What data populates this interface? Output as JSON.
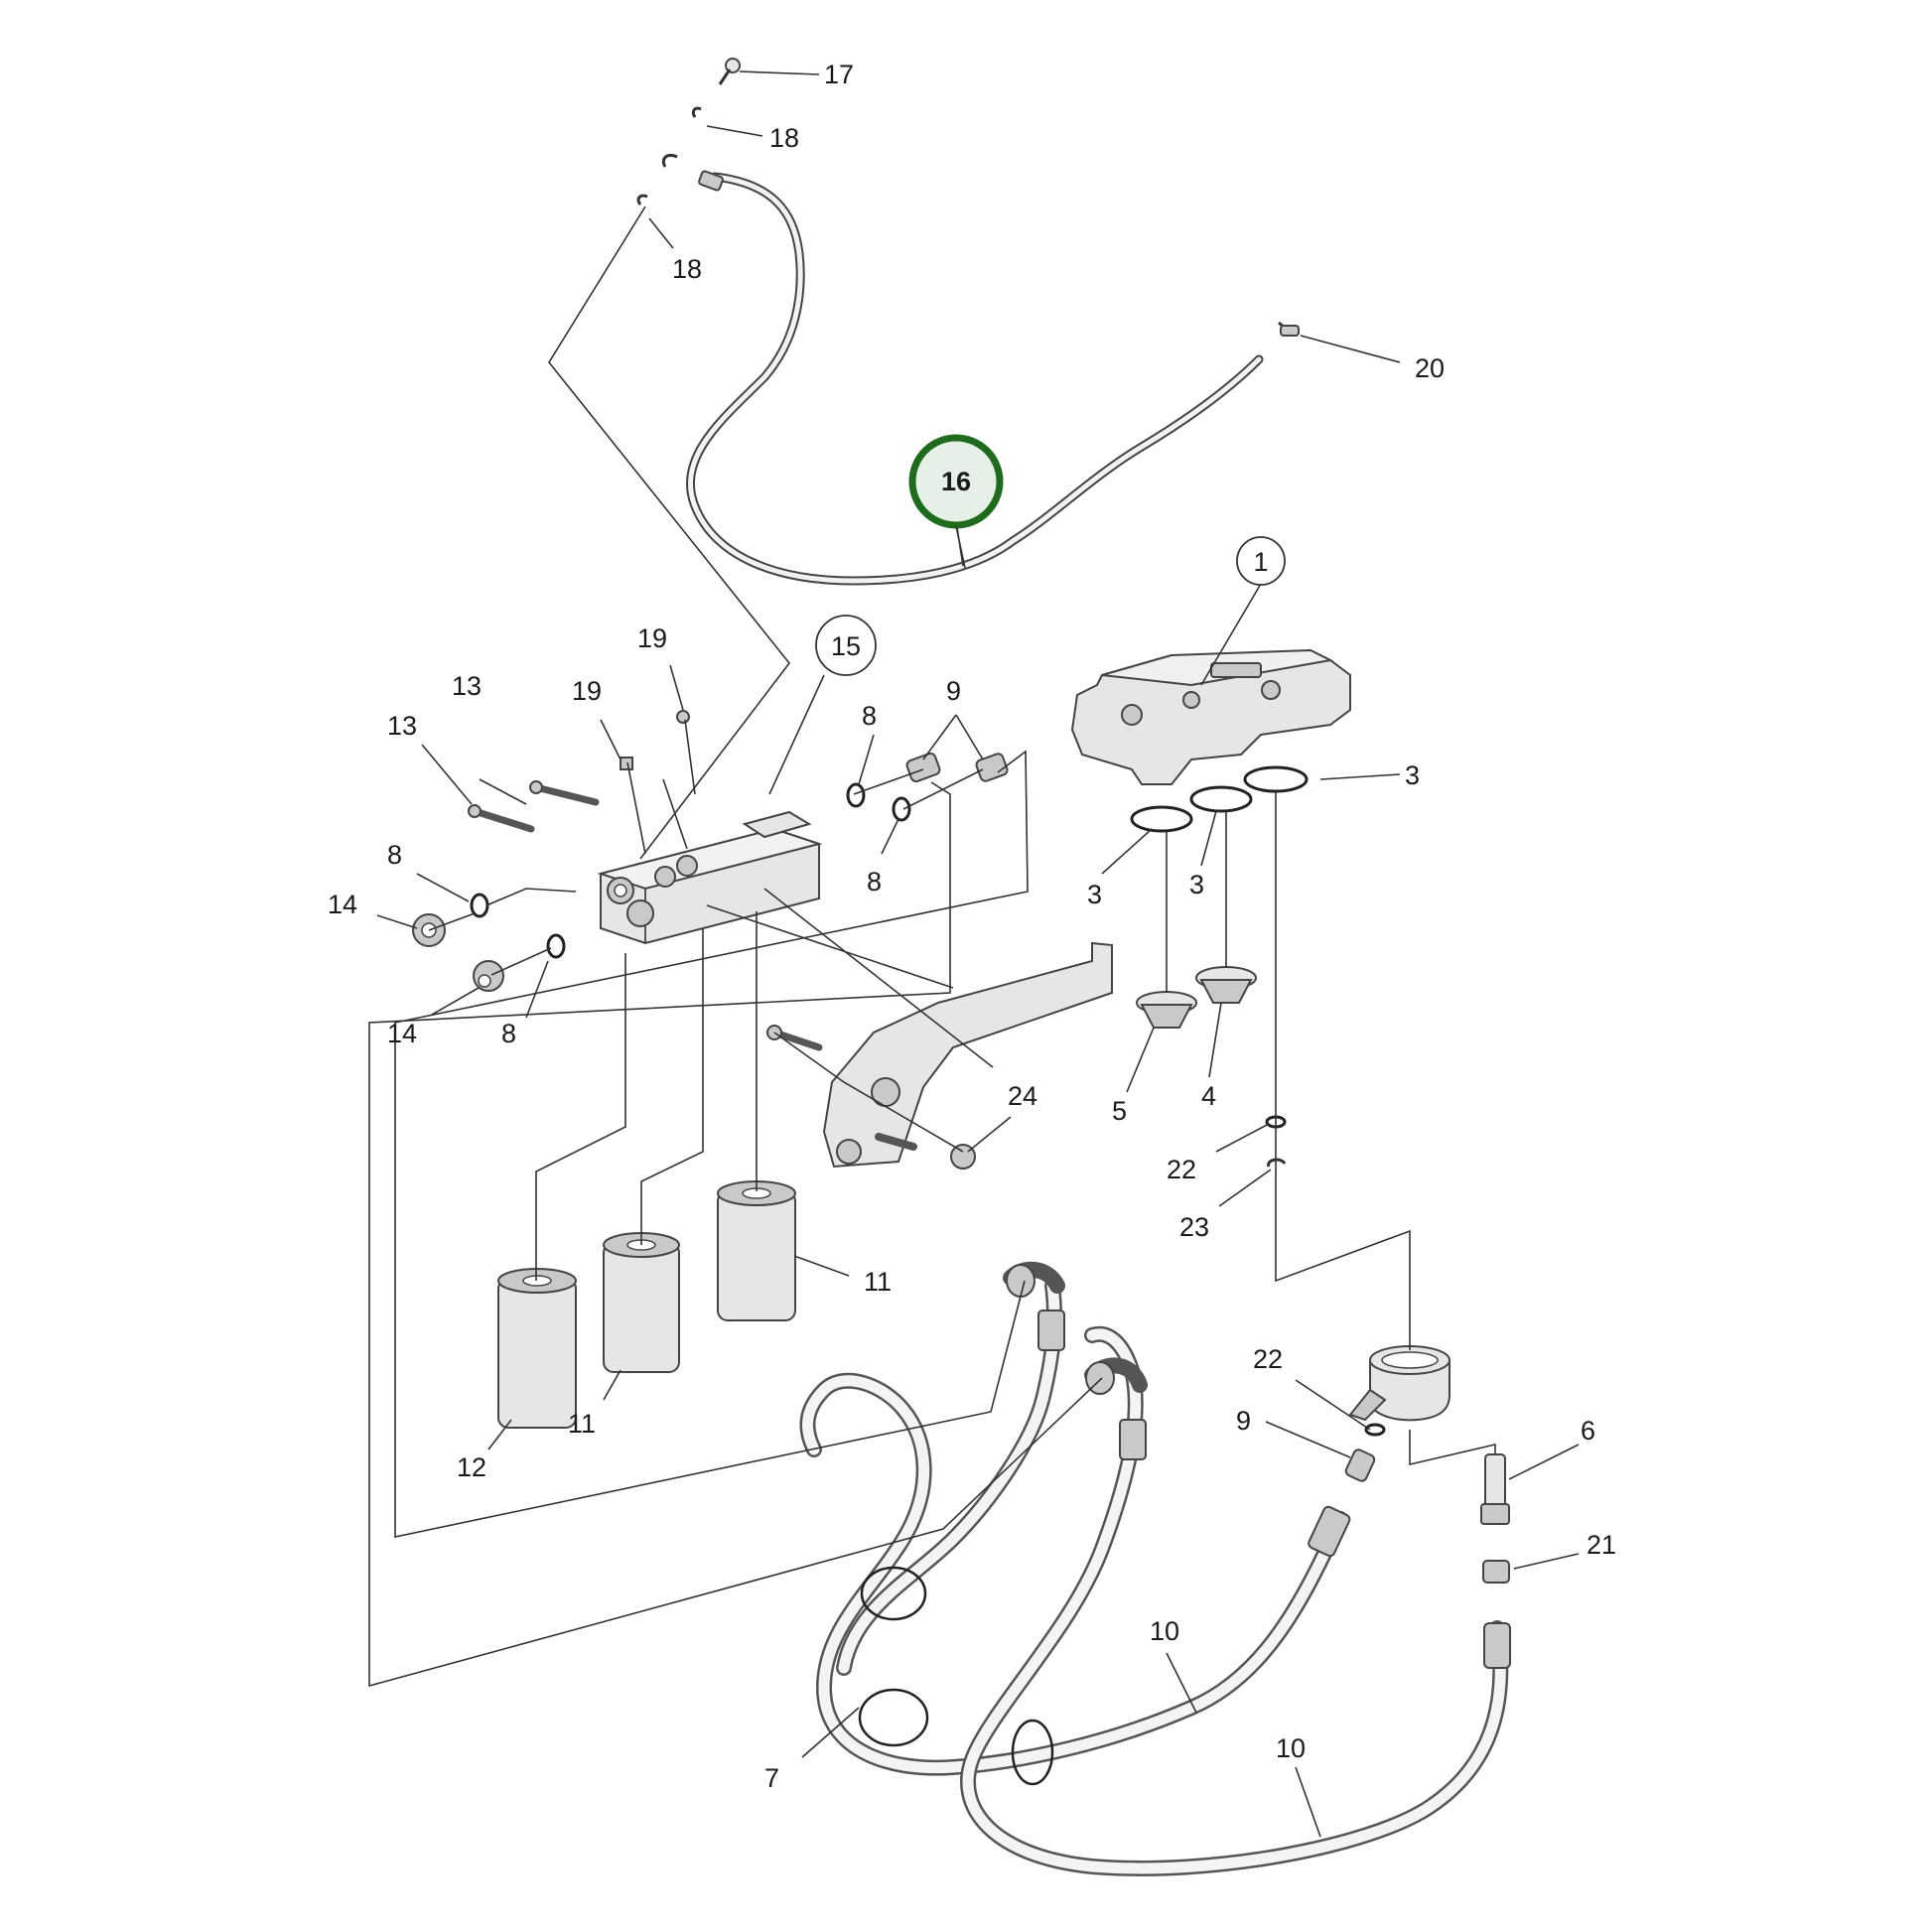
{
  "diagram": {
    "highlight_color": "#1e6b1e",
    "callouts": {
      "c1": "1",
      "c3a": "3",
      "c3b": "3",
      "c3c": "3",
      "c4": "4",
      "c5": "5",
      "c6": "6",
      "c7": "7",
      "c8a": "8",
      "c8b": "8",
      "c8c": "8",
      "c8d": "8",
      "c9a": "9",
      "c9b": "9",
      "c10a": "10",
      "c10b": "10",
      "c11a": "11",
      "c11b": "11",
      "c12": "12",
      "c13a": "13",
      "c13b": "13",
      "c14a": "14",
      "c14b": "14",
      "c15": "15",
      "c16": "16",
      "c17": "17",
      "c18a": "18",
      "c18b": "18",
      "c19a": "19",
      "c19b": "19",
      "c20": "20",
      "c21": "21",
      "c22a": "22",
      "c22b": "22",
      "c23": "23",
      "c24": "24"
    }
  }
}
